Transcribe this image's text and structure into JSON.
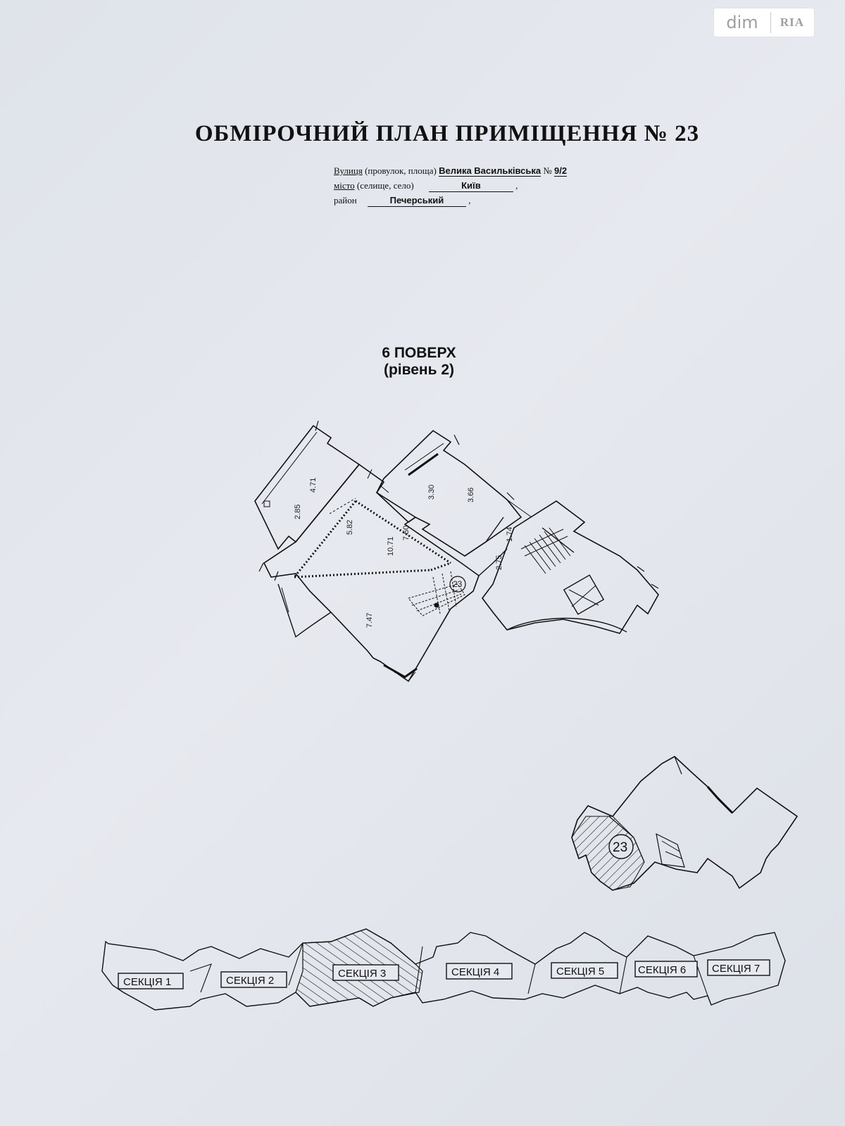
{
  "watermark": {
    "left": "dim",
    "right": "RIA"
  },
  "title": "ОБМІРОЧНИЙ ПЛАН ПРИМІЩЕННЯ № 23",
  "address": {
    "street_label": "Вулиця",
    "street_hint": "(провулок, площа)",
    "street_value": "Велика Васильківська",
    "number_label": "№",
    "number_value": "9/2",
    "city_label": "місто",
    "city_hint": "(селище, село)",
    "city_value": "Київ",
    "district_label": "район",
    "district_value": "Печерський"
  },
  "floor": {
    "line1": "6 ПОВЕРХ",
    "line2": "(рівень 2)"
  },
  "plan": {
    "unit_marker": "23",
    "dimensions": [
      "4.71",
      "2.85",
      "5.82",
      "7.50",
      "10.71",
      "3.30",
      "3.66",
      "1.74",
      "2.75",
      "7.47"
    ]
  },
  "key_plan": {
    "unit_marker": "23"
  },
  "sections": [
    "СЕКЦІЯ 1",
    "СЕКЦІЯ 2",
    "СЕКЦІЯ 3",
    "СЕКЦІЯ 4",
    "СЕКЦІЯ 5",
    "СЕКЦІЯ 6",
    "СЕКЦІЯ 7"
  ],
  "highlighted_section": "СЕКЦІЯ 3"
}
